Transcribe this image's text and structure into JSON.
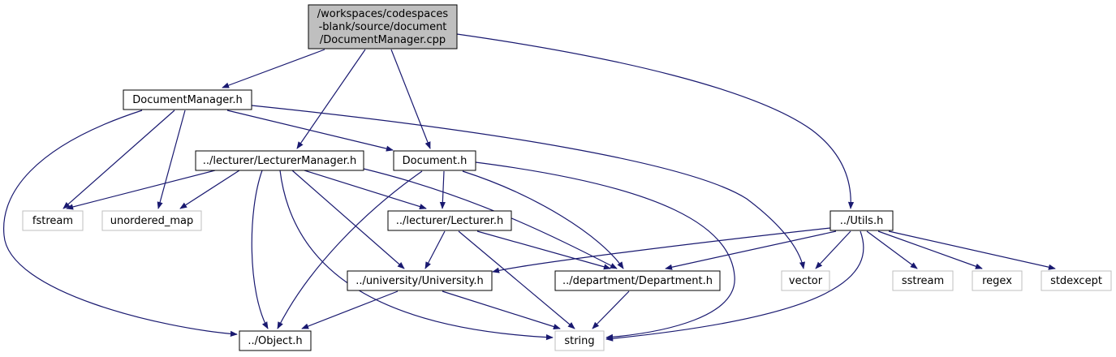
{
  "colors": {
    "edge": "#191970",
    "root_fill": "#bfbfbf",
    "node_border": "#000000",
    "external_border": "#bfbfbf",
    "background": "#ffffff"
  },
  "nodes": [
    {
      "id": "root",
      "lines": [
        "/workspaces/codespaces",
        "-blank/source/document",
        "/DocumentManager.cpp"
      ],
      "kind": "root"
    },
    {
      "id": "documentmanager_h",
      "lines": [
        "DocumentManager.h"
      ],
      "kind": "header"
    },
    {
      "id": "lecturermanager_h",
      "lines": [
        "../lecturer/LecturerManager.h"
      ],
      "kind": "header"
    },
    {
      "id": "document_h",
      "lines": [
        "Document.h"
      ],
      "kind": "header"
    },
    {
      "id": "utils_h",
      "lines": [
        "../Utils.h"
      ],
      "kind": "header"
    },
    {
      "id": "fstream",
      "lines": [
        "fstream"
      ],
      "kind": "external"
    },
    {
      "id": "unordered_map",
      "lines": [
        "unordered_map"
      ],
      "kind": "external"
    },
    {
      "id": "lecturer_h",
      "lines": [
        "../lecturer/Lecturer.h"
      ],
      "kind": "header"
    },
    {
      "id": "university_h",
      "lines": [
        "../university/University.h"
      ],
      "kind": "header"
    },
    {
      "id": "department_h",
      "lines": [
        "../department/Department.h"
      ],
      "kind": "header"
    },
    {
      "id": "vector",
      "lines": [
        "vector"
      ],
      "kind": "external"
    },
    {
      "id": "sstream",
      "lines": [
        "sstream"
      ],
      "kind": "external"
    },
    {
      "id": "regex",
      "lines": [
        "regex"
      ],
      "kind": "external"
    },
    {
      "id": "stdexcept",
      "lines": [
        "stdexcept"
      ],
      "kind": "external"
    },
    {
      "id": "object_h",
      "lines": [
        "../Object.h"
      ],
      "kind": "header"
    },
    {
      "id": "string",
      "lines": [
        "string"
      ],
      "kind": "external"
    }
  ],
  "edges": [
    [
      "root",
      "documentmanager_h"
    ],
    [
      "root",
      "lecturermanager_h"
    ],
    [
      "root",
      "document_h"
    ],
    [
      "root",
      "utils_h"
    ],
    [
      "documentmanager_h",
      "object_h"
    ],
    [
      "documentmanager_h",
      "fstream"
    ],
    [
      "documentmanager_h",
      "unordered_map"
    ],
    [
      "documentmanager_h",
      "document_h"
    ],
    [
      "documentmanager_h",
      "vector"
    ],
    [
      "lecturermanager_h",
      "fstream"
    ],
    [
      "lecturermanager_h",
      "unordered_map"
    ],
    [
      "lecturermanager_h",
      "object_h"
    ],
    [
      "lecturermanager_h",
      "string"
    ],
    [
      "lecturermanager_h",
      "university_h"
    ],
    [
      "lecturermanager_h",
      "lecturer_h"
    ],
    [
      "lecturermanager_h",
      "department_h"
    ],
    [
      "document_h",
      "object_h"
    ],
    [
      "document_h",
      "lecturer_h"
    ],
    [
      "document_h",
      "department_h"
    ],
    [
      "document_h",
      "string"
    ],
    [
      "lecturer_h",
      "university_h"
    ],
    [
      "lecturer_h",
      "department_h"
    ],
    [
      "lecturer_h",
      "string"
    ],
    [
      "university_h",
      "object_h"
    ],
    [
      "university_h",
      "string"
    ],
    [
      "department_h",
      "string"
    ],
    [
      "utils_h",
      "university_h"
    ],
    [
      "utils_h",
      "department_h"
    ],
    [
      "utils_h",
      "vector"
    ],
    [
      "utils_h",
      "string"
    ],
    [
      "utils_h",
      "sstream"
    ],
    [
      "utils_h",
      "regex"
    ],
    [
      "utils_h",
      "stdexcept"
    ]
  ]
}
